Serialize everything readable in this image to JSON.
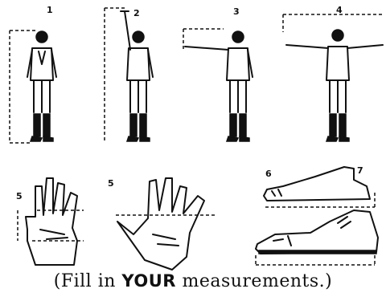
{
  "figure_numbers": [
    "1",
    "2",
    "3",
    "4",
    "5",
    "5",
    "6",
    "7"
  ],
  "caption": {
    "open": "(Fill in ",
    "emphasis": "YOUR",
    "close": " measurements.)"
  }
}
